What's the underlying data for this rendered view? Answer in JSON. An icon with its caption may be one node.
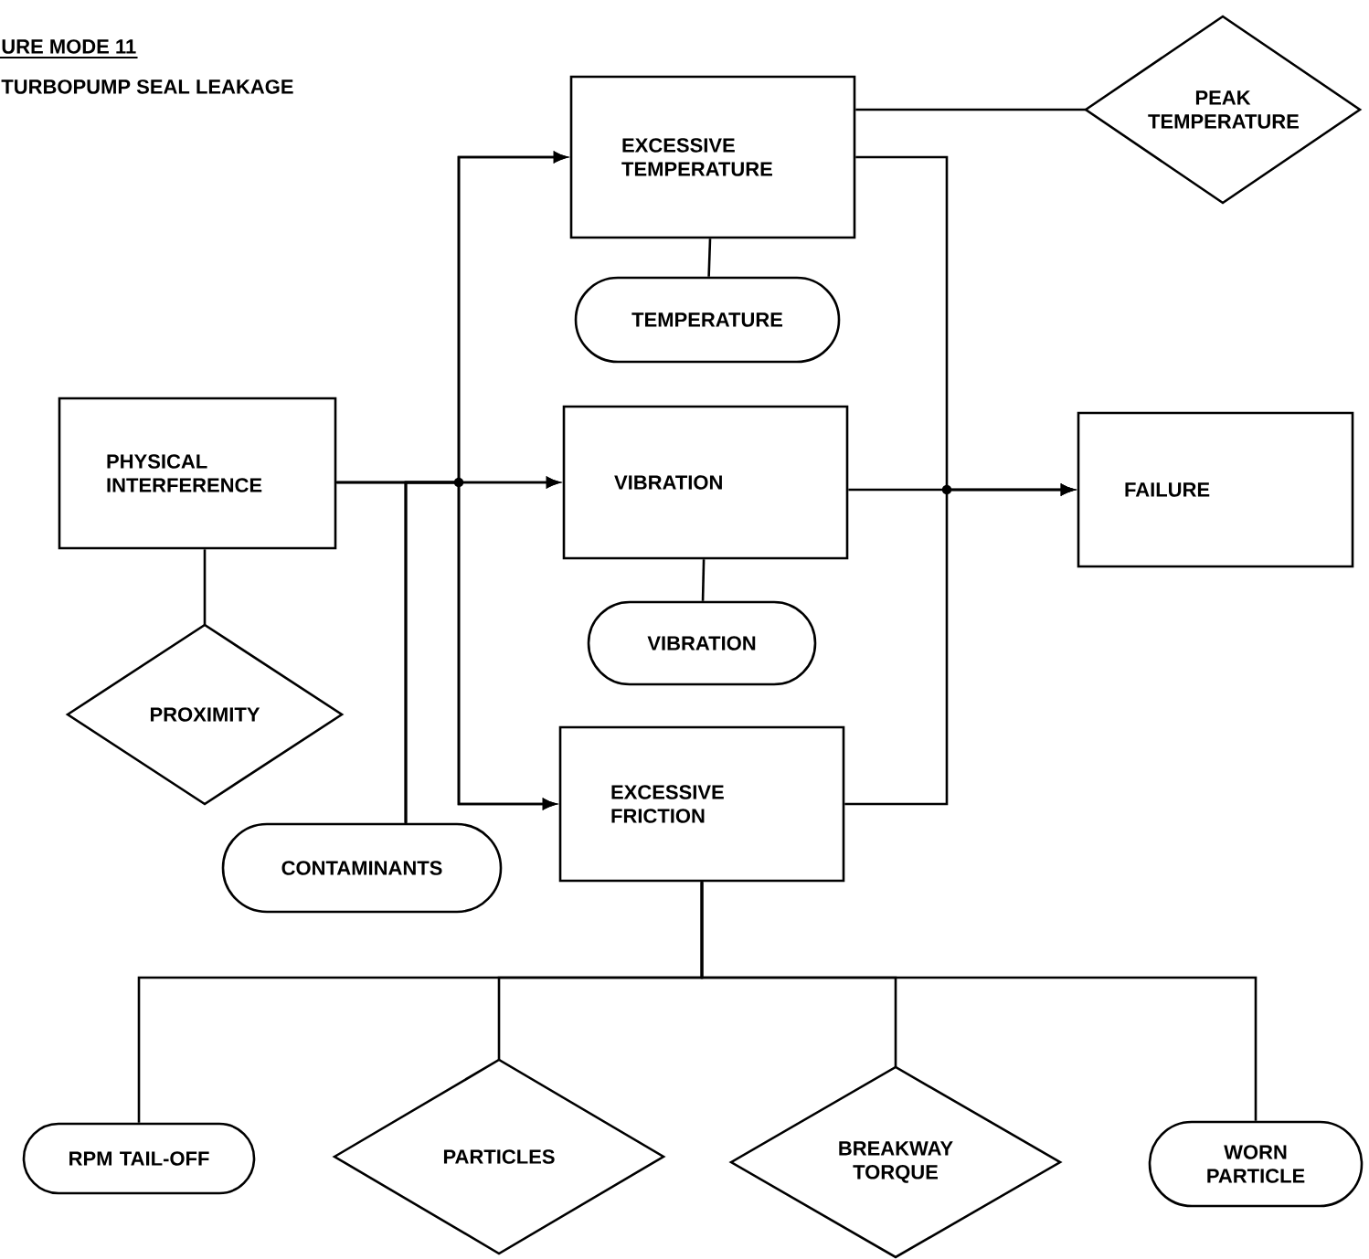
{
  "diagram": {
    "title": "URE MODE 11",
    "nodes": [
      {
        "text": [
          "PHYSICAL INTERFERENCE"
        ]
      },
      {
        "text": [
          "PROXIMITY"
        ]
      },
      {
        "text": [
          "CONTAMINANTS"
        ]
      },
      {
        "text": [
          "EXCESSIVE TEMPERATURE"
        ]
      },
      {
        "text": [
          "TEMPERATURE"
        ]
      },
      {
        "text": [
          "VIBRATION"
        ]
      },
      {
        "text": [
          "VIBRATION"
        ]
      },
      {
        "text": [
          "EXCESSIVE FRICTION"
        ]
      },
      {
        "text": [
          "PEAK TEMPERATURE"
        ]
      },
      {
        "text": [
          "FAILURE"
        ]
      },
      {
        "text": [
          "RPM TAIL-OFF"
        ]
      },
      {
        "text": [
          "PARTICLES"
        ]
      },
      {
        "text": [
          "BREAKWAY TORQUE"
        ]
      },
      {
        "text": [
          "WORN PARTICLE"
        ]
      }
    ],
    "edges": [
      {
        "from": 0,
        "to": 1,
        "arrow": "none"
      },
      {
        "from": 0,
        "to": 3,
        "arrow": "to"
      },
      {
        "from": 0,
        "to": 5,
        "arrow": "to"
      },
      {
        "from": 0,
        "to": 7,
        "arrow": "to"
      },
      {
        "from": 2,
        "to": 3,
        "arrow": "to"
      },
      {
        "from": 2,
        "to": 5,
        "arrow": "to"
      },
      {
        "from": 2,
        "to": 7,
        "arrow": "to"
      },
      {
        "from": 3,
        "to": 4,
        "arrow": "none"
      },
      {
        "from": 3,
        "to": 8,
        "arrow": "none"
      },
      {
        "from": 5,
        "to": 6,
        "arrow": "none"
      },
      {
        "from": 3,
        "to": 9,
        "arrow": "to"
      },
      {
        "from": 5,
        "to": 9,
        "arrow": "to"
      },
      {
        "from": 7,
        "to": 9,
        "arrow": "to"
      },
      {
        "from": 7,
        "to": 10,
        "arrow": "none"
      },
      {
        "from": 7,
        "to": 11,
        "arrow": "none"
      },
      {
        "from": 7,
        "to": 12,
        "arrow": "none"
      },
      {
        "from": 7,
        "to": 13,
        "arrow": "none"
      }
    ],
    "labels": [
      "TURBOPUMP SEAL LEAKAGE"
    ]
  }
}
